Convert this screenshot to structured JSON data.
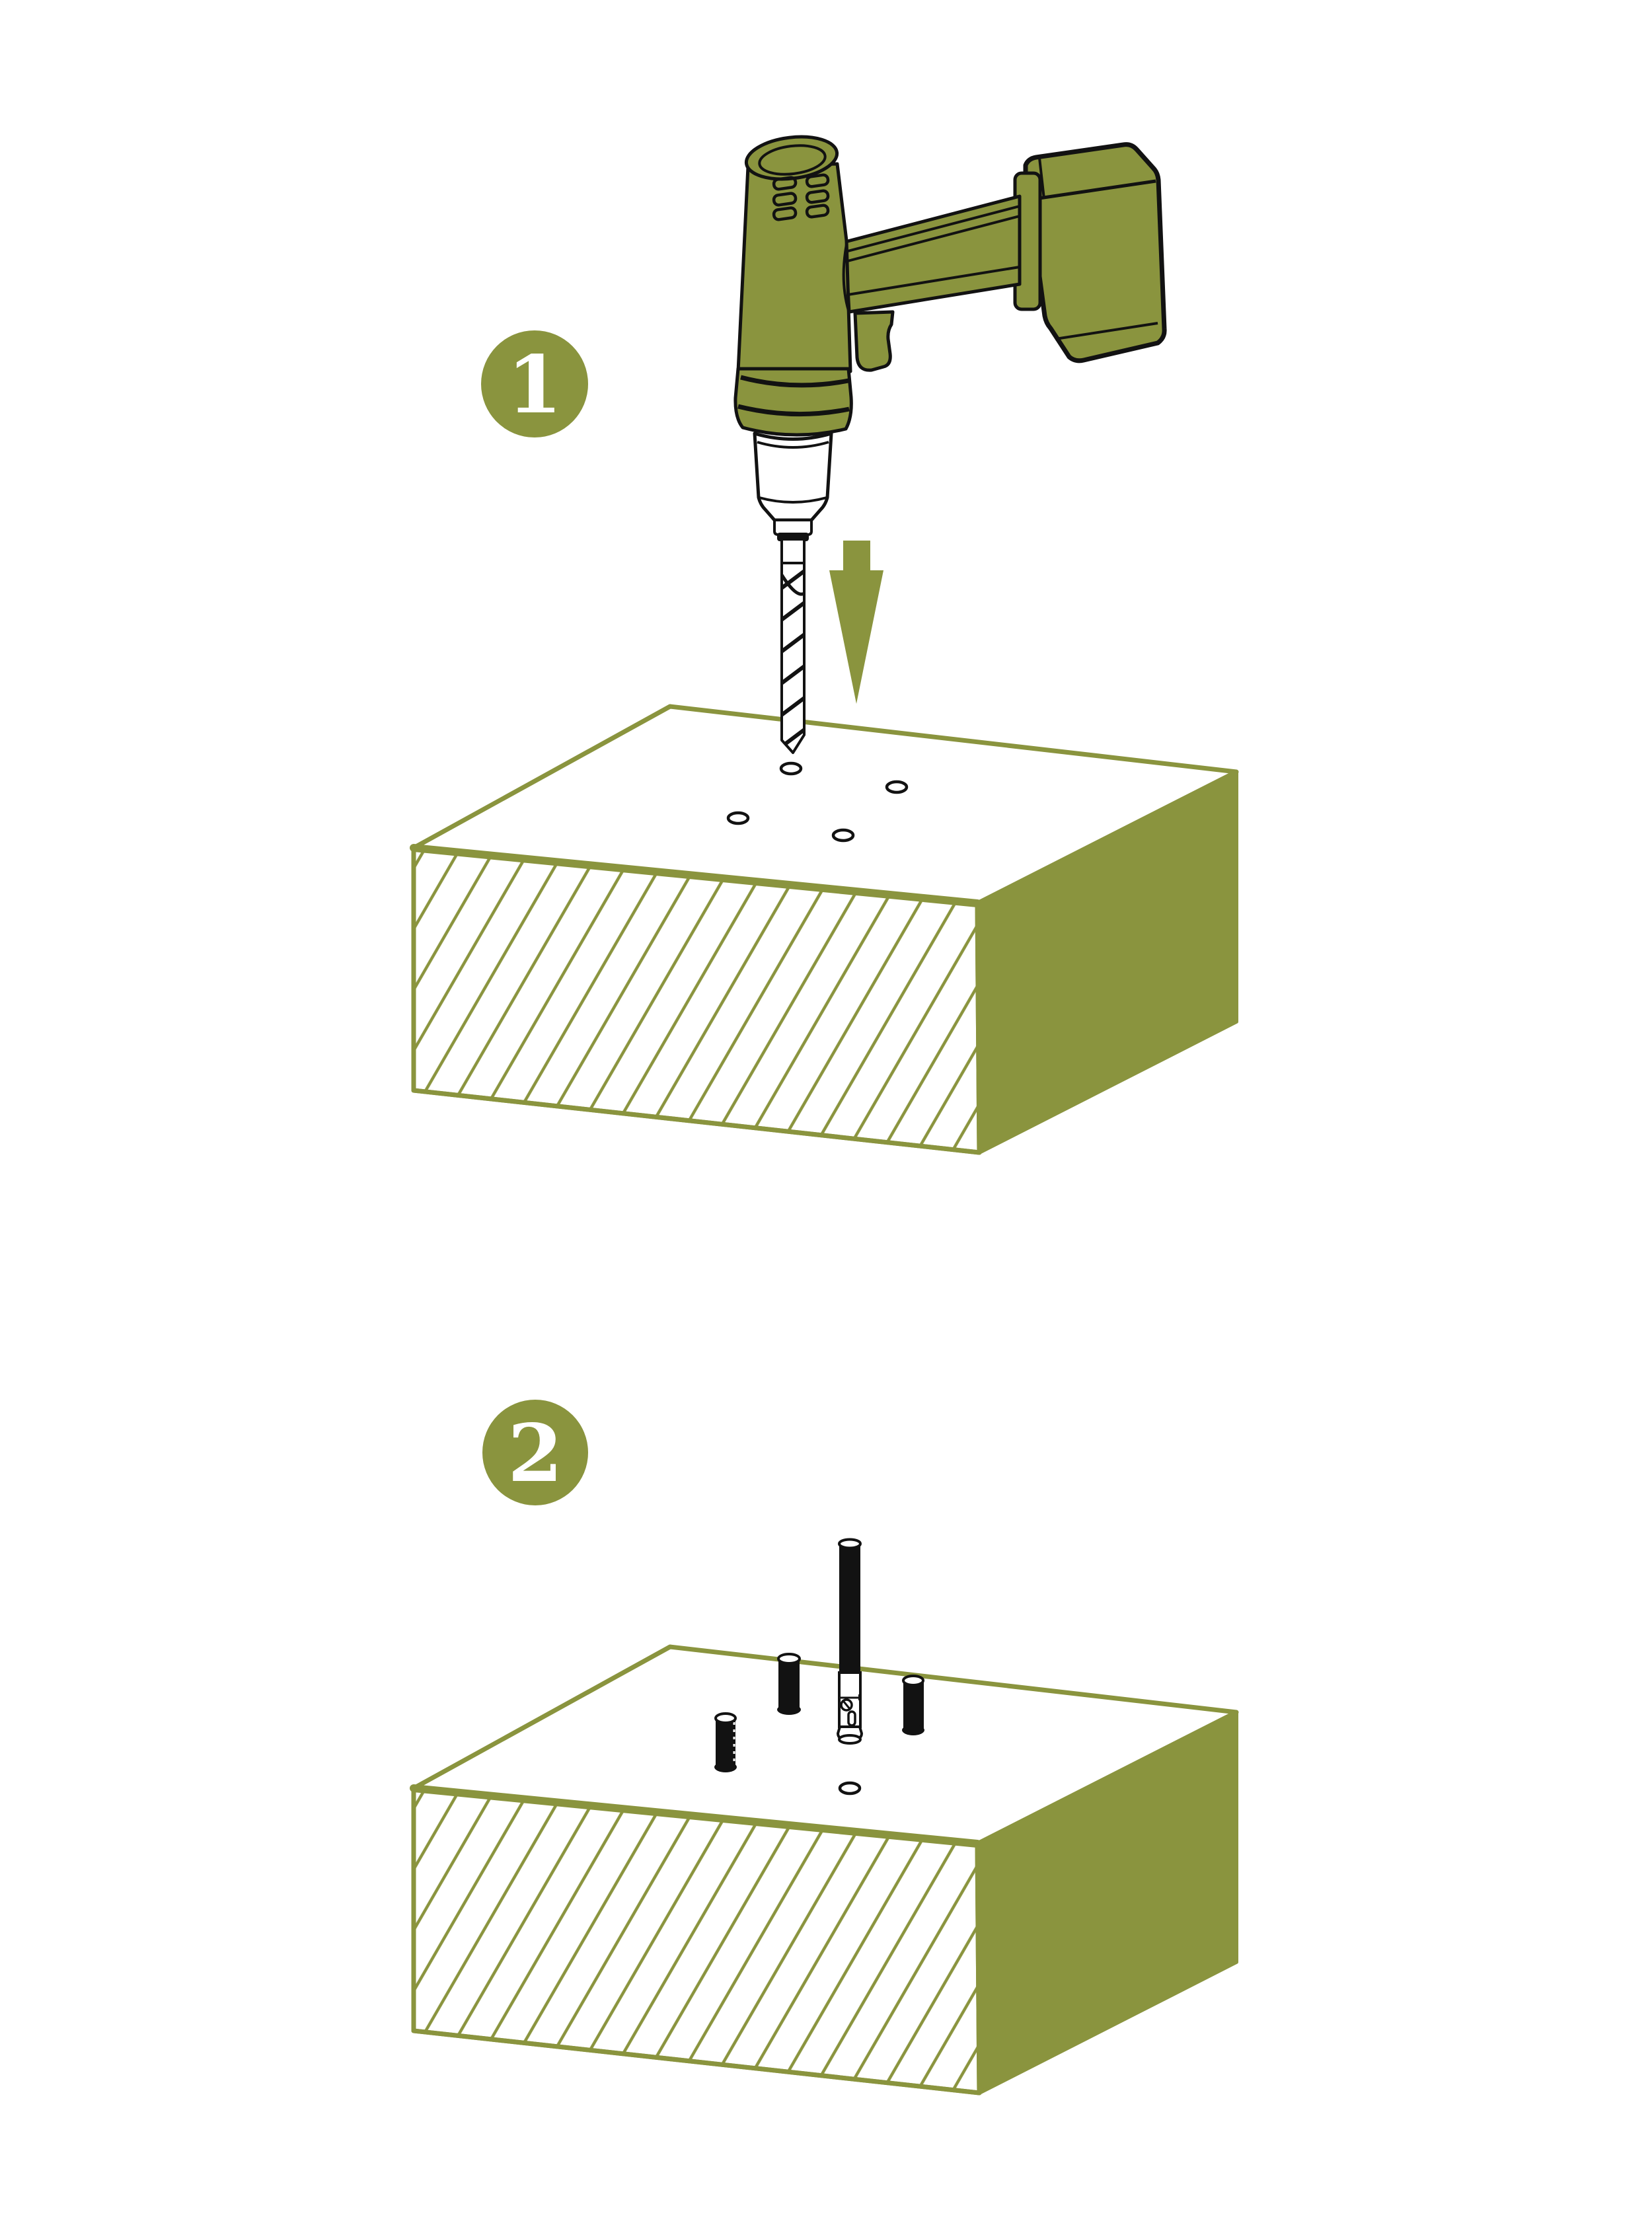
{
  "document": {
    "kind": "assembly-instruction-sheet",
    "step_count": 2
  },
  "colors": {
    "olive": "#8a943e",
    "ink": "#121212",
    "paper": "#ffffff"
  },
  "steps": [
    {
      "badge_label": "1",
      "tool": "cordless-drill",
      "action": "drill-holes-into-block",
      "arrow_direction": "down",
      "visible_drilled_holes": 4
    },
    {
      "badge_label": "2",
      "action": "insert-anchors-into-drilled-holes",
      "inserted_parts": {
        "smooth_pins": 2,
        "threaded_pin": 1,
        "long_anchor_rod": 1
      },
      "empty_holes": 1
    }
  ]
}
